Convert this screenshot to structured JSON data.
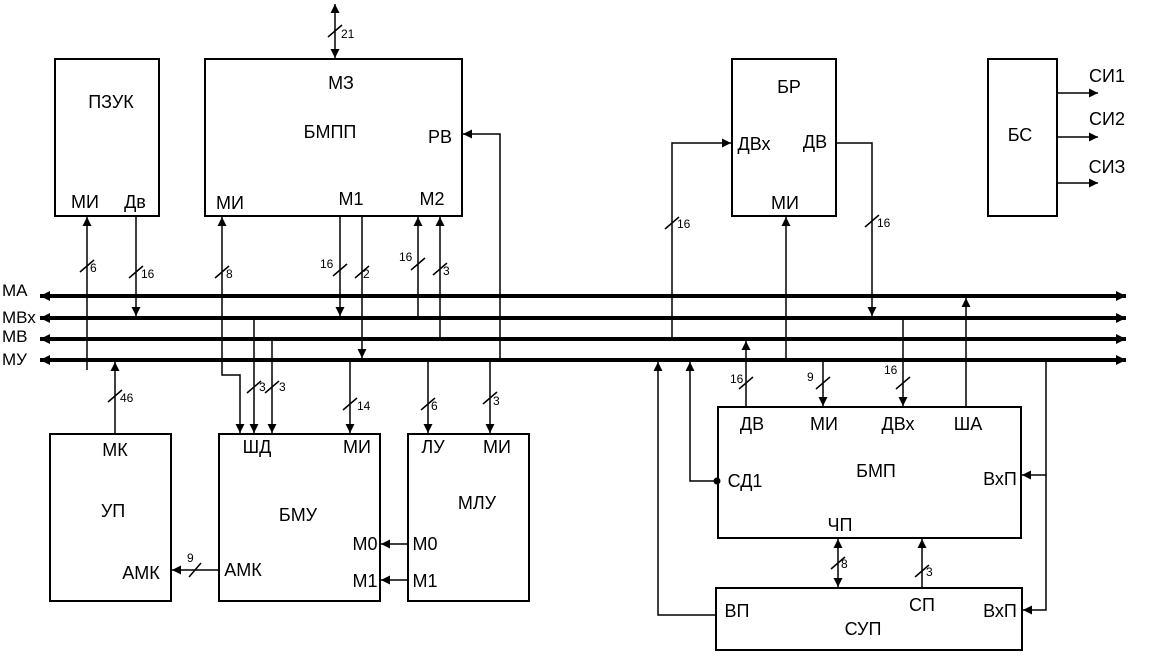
{
  "buses": {
    "ma": "МА",
    "mvx": "МВх",
    "mv": "МВ",
    "mu": "МУ"
  },
  "blocks": {
    "pzuk": {
      "name": "ПЗУК",
      "mi": "МИ",
      "dv": "Дв"
    },
    "bmpp": {
      "name": "БМПП",
      "mz": "МЗ",
      "rv": "РВ",
      "mi": "МИ",
      "m1": "М1",
      "m2": "М2"
    },
    "br": {
      "name": "БР",
      "dvx": "ДВх",
      "dv": "ДВ",
      "mi": "МИ"
    },
    "bs": {
      "name": "БС",
      "outputs": [
        "СИ1",
        "СИ2",
        "СИЗ"
      ]
    },
    "up": {
      "name": "УП",
      "mk": "МК",
      "amk": "АМК"
    },
    "bmu": {
      "name": "БМУ",
      "shd": "ШД",
      "mi": "МИ",
      "m0": "М0",
      "m1": "М1",
      "amk": "АМК"
    },
    "mlu": {
      "name": "МЛУ",
      "lu": "ЛУ",
      "mi": "МИ",
      "m0": "М0",
      "m1": "М1"
    },
    "bmp": {
      "name": "БМП",
      "dv": "ДВ",
      "mi": "МИ",
      "dvx": "ДВх",
      "sha": "ША",
      "sd1": "СД1",
      "vxp": "ВхП",
      "chp": "ЧП"
    },
    "sup": {
      "name": "СУП",
      "vp": "ВП",
      "sp": "СП",
      "vxp": "ВхП"
    }
  },
  "widths": {
    "bmpp_top": "21",
    "pzuk_mi": "6",
    "pzuk_dv": "16",
    "bmpp_mi": "8",
    "bmpp_m1a": "16",
    "bmpp_m1b": "2",
    "bmpp_m2a": "16",
    "bmpp_m2b": "3",
    "br_dvx": "16",
    "br_dv": "16",
    "up_mk": "46",
    "bmu_shd_a": "3",
    "bmu_shd_b": "3",
    "bmu_mi": "14",
    "mlu_lu": "6",
    "mlu_mi": "3",
    "bmp_dv": "16",
    "bmp_mi": "9",
    "bmp_dvx": "16",
    "up_amk": "9",
    "chp": "8",
    "sp": "3"
  }
}
